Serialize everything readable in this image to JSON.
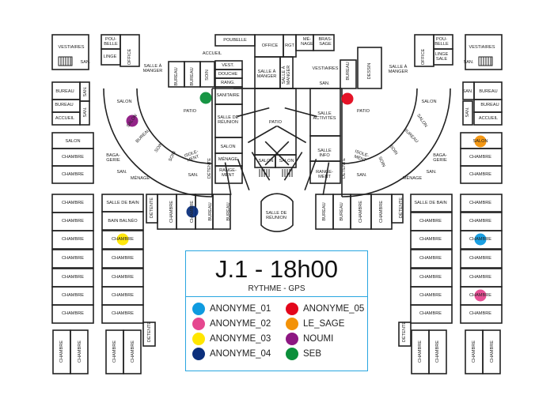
{
  "title": "J.1 - 18h00",
  "subtitle": "RYTHME - GPS",
  "rooms": {
    "vest_l": [
      "VESTIAIRES"
    ],
    "san_l0": [
      "SAN."
    ],
    "bur_l1": [
      "BUREAU"
    ],
    "san_l1": [
      "SAN."
    ],
    "bur_l2": [
      "BUREAU"
    ],
    "acc_l": [
      "ACCUEIL"
    ],
    "san_l2": [
      "SAN."
    ],
    "salon_l": [
      "SALON"
    ],
    "ch_l1": [
      "CHAMBRE"
    ],
    "ch_l2": [
      "CHAMBRE"
    ],
    "poub_l": [
      "POU-",
      "BELLE"
    ],
    "linge_l": [
      "LINGE"
    ],
    "office_l": [
      "OFFICE"
    ],
    "sam_l": [
      "SALLE À",
      "MANGER"
    ],
    "accueil": [
      "ACCUEIL"
    ],
    "bur_a": [
      "BUREAU"
    ],
    "bur_b": [
      "BUREAU"
    ],
    "soin_a": [
      "SOIN"
    ],
    "vest_c": [
      "VEST."
    ],
    "douche": [
      "DOUCHE"
    ],
    "rang": [
      "RANG."
    ],
    "sanit": [
      "SANITAIRE"
    ],
    "reunion_l": [
      "SALLE DE",
      "RÉUNION"
    ],
    "salon_cl": [
      "SALON"
    ],
    "menage_cl": [
      "MÉNAGE"
    ],
    "rangement_cl": [
      "RANGE-",
      "MENT"
    ],
    "poubelle_top": [
      "POUBELLE"
    ],
    "office_top": [
      "OFFICE"
    ],
    "rgt": [
      "RGT"
    ],
    "menage_top": [
      "MÉ-",
      "NAGE"
    ],
    "brassage": [
      "BRAS-",
      "SAGE"
    ],
    "sam_c1": [
      "SALLE À",
      "MANGER"
    ],
    "sam_c2": [
      "SALLE À",
      "MANGER"
    ],
    "patio_c": [
      "PATIO"
    ],
    "salon_c1": [
      "SALON"
    ],
    "salon_c2": [
      "SALON"
    ],
    "patio_l": [
      "PATIO"
    ],
    "psalon_l1": [
      "SALON"
    ],
    "psalon_l2": [
      "SALON"
    ],
    "pbur_l": [
      "BUREAU"
    ],
    "psoin_l1": [
      "SOIN"
    ],
    "psoin_l2": [
      "SOIN"
    ],
    "piso_l": [
      "ISOLE-",
      "MENT"
    ],
    "psan_l": [
      "SAN."
    ],
    "pdet_l": [
      "DÉTENTE"
    ],
    "bag_l": [
      "BAGA-",
      "GERIE"
    ],
    "bsan_l": [
      "SAN."
    ],
    "bmen_l": [
      "MÉNAGE"
    ],
    "vest_r2": [
      "VESTIAIRES"
    ],
    "san_r2": [
      "SAN."
    ],
    "bur_r2": [
      "BUREAU"
    ],
    "dessin": [
      "DESSIN"
    ],
    "sam_r": [
      "SALLE À",
      "MANGER"
    ],
    "office_r": [
      "OFFICE"
    ],
    "poub_r": [
      "POU-",
      "BELLE"
    ],
    "linge_r": [
      "LINGE",
      "SALE"
    ],
    "vest_r": [
      "VESTIAIRES"
    ],
    "san_r0": [
      "SAN."
    ],
    "san_r1": [
      "SAN."
    ],
    "bur_r1": [
      "BUREAU"
    ],
    "bur_rb": [
      "BUREAU"
    ],
    "san_r3": [
      "SAN."
    ],
    "acc_r": [
      "ACCUEIL"
    ],
    "salon_r": [
      "SALON"
    ],
    "ch_r1": [
      "CHAMBRE"
    ],
    "ch_r2": [
      "CHAMBRE"
    ],
    "patio_r": [
      "PATIO"
    ],
    "activ": [
      "SALLE",
      "ACTIVITÉS"
    ],
    "info": [
      "SALLE",
      "INFO"
    ],
    "rangement_r": [
      "RANGE-",
      "MENT"
    ],
    "pdet_r": [
      "DÉTENTE"
    ],
    "piso_r": [
      "ISOLE-",
      "MENT"
    ],
    "psan_r": [
      "SAN."
    ],
    "psoin_r1": [
      "SOIN"
    ],
    "psoin_r2": [
      "SOIN"
    ],
    "pbur_r": [
      "BUREAU"
    ],
    "psalon_r2": [
      "SALON"
    ],
    "psalon_r1": [
      "SALON"
    ],
    "bag_r": [
      "BAGA-",
      "GERIE"
    ],
    "bsan_r": [
      "SAN."
    ],
    "bmen_r": [
      "MÉNAGE"
    ],
    "sdb_l": [
      "SALLE DE BAIN"
    ],
    "balneo": [
      "BAIN BALNÉO"
    ],
    "wl_a0": [
      "CHAMBRE"
    ],
    "wl_a1": [
      "CHAMBRE"
    ],
    "wl_a2": [
      "CHAMBRE"
    ],
    "wl_a3": [
      "CHAMBRE"
    ],
    "wl_a4": [
      "CHAMBRE"
    ],
    "wl_a5": [
      "CHAMBRE"
    ],
    "wl_a6": [
      "CHAMBRE"
    ],
    "wl_b2": [
      "CHAMBRE"
    ],
    "wl_b3": [
      "CHAMBRE"
    ],
    "wl_b4": [
      "CHAMBRE"
    ],
    "wl_b5": [
      "CHAMBRE"
    ],
    "wl_b6": [
      "CHAMBRE"
    ],
    "mdet_l": [
      "DÉTENTE"
    ],
    "mch_l1": [
      "CHAMBRE"
    ],
    "mch_l2": [
      "CHAMBRE"
    ],
    "mbur_l1": [
      "BUREAU"
    ],
    "mbur_l2": [
      "BUREAU"
    ],
    "reunion_c": [
      "SALLE DE",
      "RÉUNION"
    ],
    "mbur_r1": [
      "BUREAU"
    ],
    "mbur_r2": [
      "BUREAU"
    ],
    "mch_r1": [
      "CHAMBRE"
    ],
    "mch_r2": [
      "CHAMBRE"
    ],
    "mdet_r": [
      "DÉTENTE"
    ],
    "sdb_r": [
      "SALLE DE BAIN"
    ],
    "wr_b0": [
      "CHAMBRE"
    ],
    "wr_a1": [
      "CHAMBRE"
    ],
    "wr_a2": [
      "CHAMBRE"
    ],
    "wr_a3": [
      "CHAMBRE"
    ],
    "wr_a4": [
      "CHAMBRE"
    ],
    "wr_a5": [
      "CHAMBRE"
    ],
    "wr_a6": [
      "CHAMBRE"
    ],
    "wr_b1": [
      "CHAMBRE"
    ],
    "wr_b2": [
      "CHAMBRE"
    ],
    "wr_b3": [
      "CHAMBRE"
    ],
    "wr_b4": [
      "CHAMBRE"
    ],
    "wr_b5": [
      "CHAMBRE"
    ],
    "wr_b6": [
      "CHAMBRE"
    ],
    "bl_1": [
      "CHAMBRE"
    ],
    "bl_2": [
      "CHAMBRE"
    ],
    "bl_3": [
      "CHAMBRE"
    ],
    "bl_4": [
      "CHAMBRE"
    ],
    "bdet_l": [
      "DÉTENTE"
    ],
    "br_1": [
      "CHAMBRE"
    ],
    "br_2": [
      "CHAMBRE"
    ],
    "br_3": [
      "CHAMBRE"
    ],
    "br_4": [
      "CHAMBRE"
    ],
    "bdet_r": [
      "DÉTENTE"
    ]
  },
  "participants": [
    {
      "name": "ANONYME_01",
      "color": "#0f9be0",
      "room": "wr_b2"
    },
    {
      "name": "ANONYME_05",
      "color": "#e3061b",
      "room": "patio_r"
    },
    {
      "name": "ANONYME_02",
      "color": "#e5478f",
      "room": "wr_b5"
    },
    {
      "name": "LE_SAGE",
      "color": "#f39208",
      "room": "salon_r"
    },
    {
      "name": "ANONYME_03",
      "color": "#ffe600",
      "room": "wl_b2"
    },
    {
      "name": "NOUMI",
      "color": "#8d1782",
      "room": "psalon_l2"
    },
    {
      "name": "ANONYME_04",
      "color": "#0b2f7c",
      "room": "mch_l2"
    },
    {
      "name": "SEB",
      "color": "#0b8f3a",
      "room": "patio_l"
    }
  ]
}
